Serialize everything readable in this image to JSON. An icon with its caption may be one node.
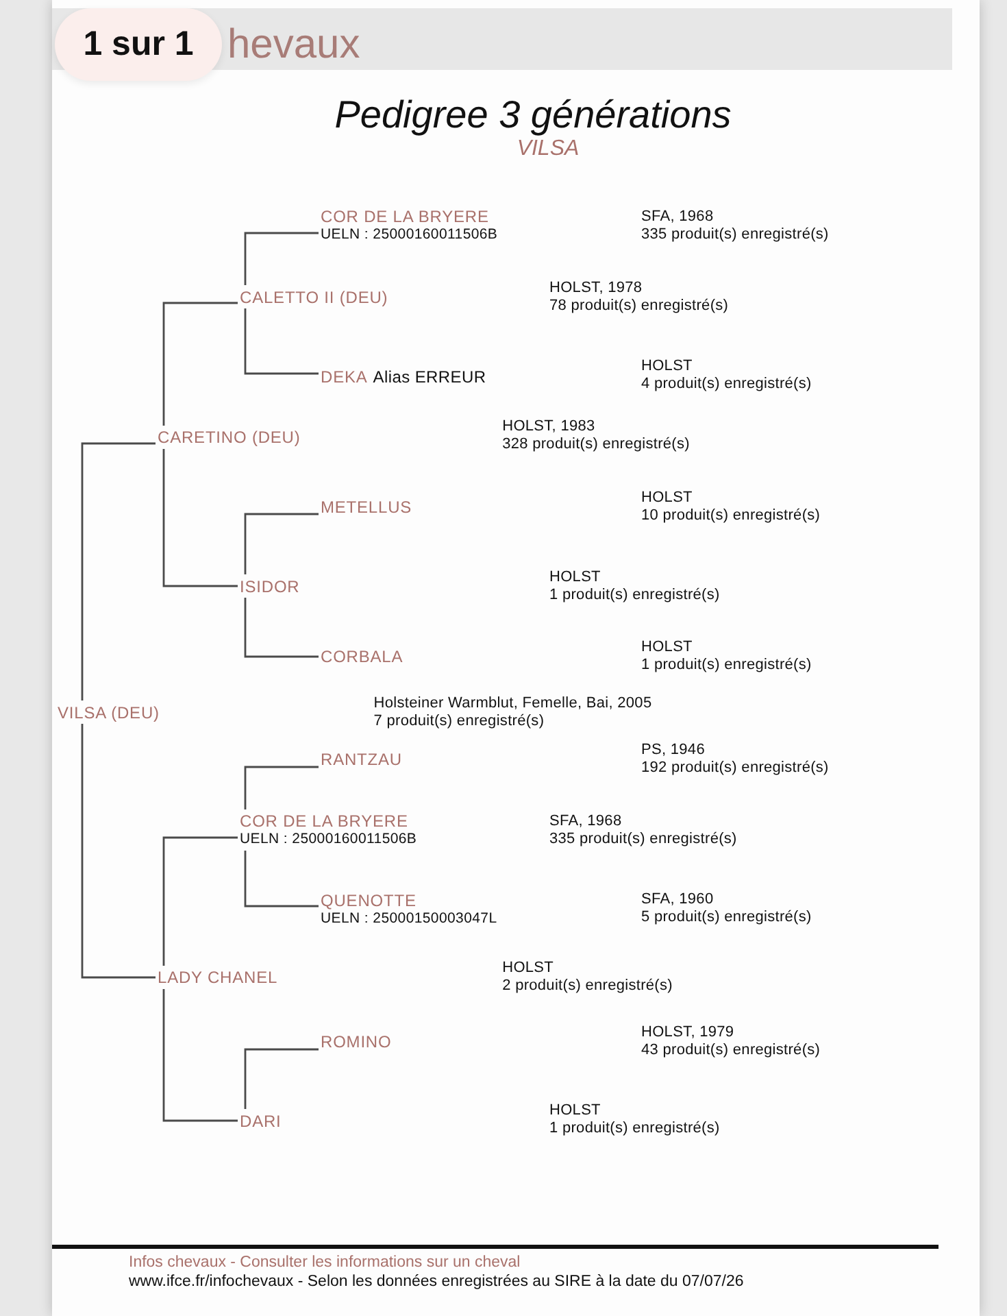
{
  "diagram": {
    "title": "Pedigree 3 générations",
    "nodes": [
      {
        "text": [
          "COR DE LA BRYERE",
          "UELN : 25000160011506B"
        ],
        "beside": [
          "SFA, 1968",
          "335 produit(s) enregistré(s)"
        ]
      },
      {
        "text": [
          "CALETTO II (DEU)"
        ],
        "beside": [
          "HOLST, 1978",
          "78 produit(s) enregistré(s)"
        ]
      },
      {
        "text": [
          "DEKA",
          "Alias ERREUR"
        ],
        "beside": [
          "HOLST",
          "4 produit(s) enregistré(s)"
        ]
      },
      {
        "text": [
          "CARETINO (DEU)"
        ],
        "beside": [
          "HOLST, 1983",
          "328 produit(s) enregistré(s)"
        ]
      },
      {
        "text": [
          "METELLUS"
        ],
        "beside": [
          "HOLST",
          "10 produit(s) enregistré(s)"
        ]
      },
      {
        "text": [
          "ISIDOR"
        ],
        "beside": [
          "HOLST",
          "1 produit(s) enregistré(s)"
        ]
      },
      {
        "text": [
          "CORBALA"
        ],
        "beside": [
          "HOLST",
          "1 produit(s) enregistré(s)"
        ]
      },
      {
        "text": [
          "VILSA (DEU)"
        ],
        "beside": [
          "Holsteiner Warmblut, Femelle, Bai, 2005",
          "7 produit(s) enregistré(s)"
        ]
      },
      {
        "text": [
          "RANTZAU"
        ],
        "beside": [
          "PS, 1946",
          "192 produit(s) enregistré(s)"
        ]
      },
      {
        "text": [
          "COR DE LA BRYERE",
          "UELN : 25000160011506B"
        ],
        "beside": [
          "SFA, 1968",
          "335 produit(s) enregistré(s)"
        ]
      },
      {
        "text": [
          "QUENOTTE",
          "UELN : 25000150003047L"
        ],
        "beside": [
          "SFA, 1960",
          "5 produit(s) enregistré(s)"
        ]
      },
      {
        "text": [
          "LADY CHANEL"
        ],
        "beside": [
          "HOLST",
          "2 produit(s) enregistré(s)"
        ]
      },
      {
        "text": [
          "ROMINO"
        ],
        "beside": [
          "HOLST, 1979",
          "43 produit(s) enregistré(s)"
        ]
      },
      {
        "text": [
          "DARI"
        ],
        "beside": [
          "HOLST",
          "1 produit(s) enregistré(s)"
        ]
      }
    ],
    "edges": [
      {
        "from": 7,
        "to": 3,
        "arrow": "none"
      },
      {
        "from": 3,
        "to": 1,
        "arrow": "none"
      },
      {
        "from": 1,
        "to": 0,
        "arrow": "none"
      },
      {
        "from": 1,
        "to": 2,
        "arrow": "none"
      },
      {
        "from": 3,
        "to": 5,
        "arrow": "none"
      },
      {
        "from": 5,
        "to": 4,
        "arrow": "none"
      },
      {
        "from": 5,
        "to": 6,
        "arrow": "none"
      },
      {
        "from": 7,
        "to": 11,
        "arrow": "none"
      },
      {
        "from": 11,
        "to": 9,
        "arrow": "none"
      },
      {
        "from": 9,
        "to": 8,
        "arrow": "none"
      },
      {
        "from": 9,
        "to": 10,
        "arrow": "none"
      },
      {
        "from": 11,
        "to": 13,
        "arrow": "none"
      },
      {
        "from": 13,
        "to": 12,
        "arrow": "none"
      }
    ],
    "labels": [
      "1 sur 1",
      "hevaux",
      "VILSA",
      "Infos chevaux - Consulter les informations sur un cheval",
      "www.ifce.fr/infochevaux - Selon les données enregistrées au SIRE à la date du 07/07/26"
    ]
  }
}
